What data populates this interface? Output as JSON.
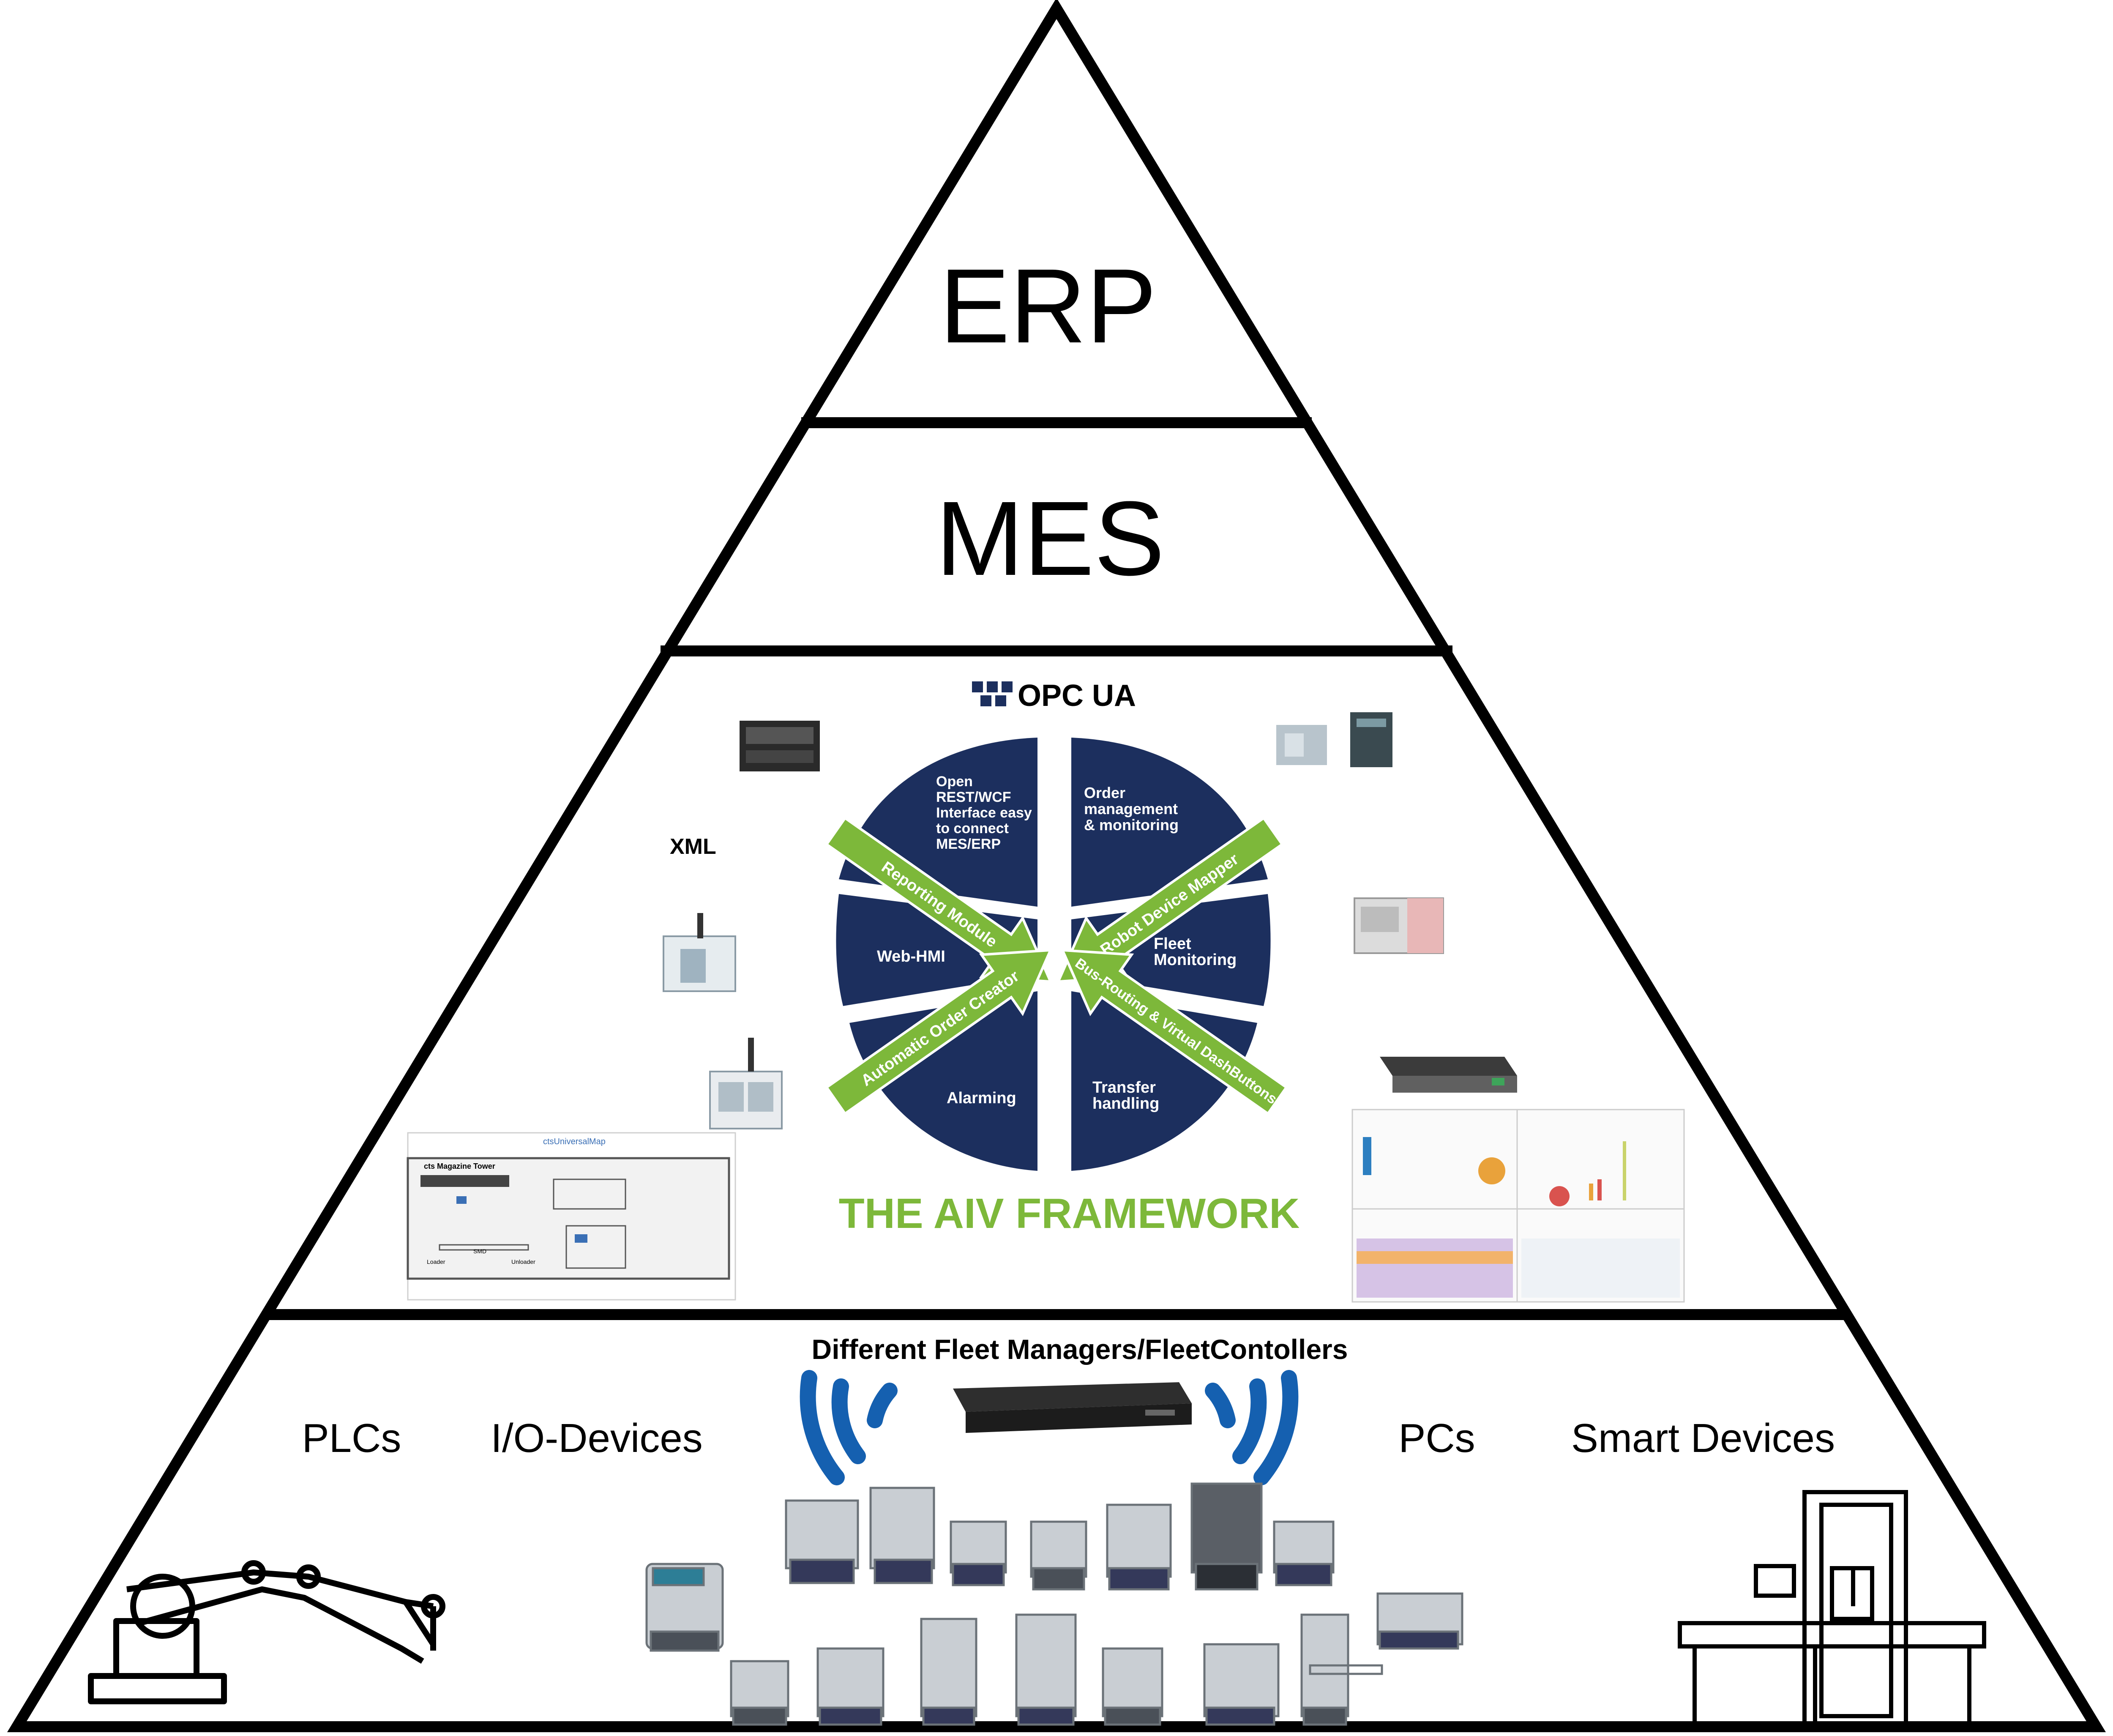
{
  "pyramid": {
    "top_level": "ERP",
    "second_level": "MES",
    "framework": {
      "logo_text": "OPC UA",
      "xml_label": "XML",
      "title": "THE AIV FRAMEWORK",
      "segments": {
        "top_left": [
          "Open",
          "REST/WCF",
          "Interface easy",
          "to connect",
          "MES/ERP"
        ],
        "top_right": [
          "Order",
          "management",
          "& monitoring"
        ],
        "left": [
          "Web-HMI"
        ],
        "right": [
          "Fleet",
          "Monitoring"
        ],
        "bottom_left": [
          "Alarming"
        ],
        "bottom_right": [
          "Transfer",
          "handling"
        ]
      },
      "arrows": {
        "reporting": "Reporting Module",
        "robot_mapper": "Robot Device Mapper",
        "order_creator": "Automatic Order Creator",
        "bus_routing": "Bus-Routing & Virtual DashButtons"
      },
      "map_screenshot": {
        "url_text": "ctsUniversalMap",
        "panel_title": "cts Magazine Tower",
        "labels": [
          "SMD",
          "Loader",
          "Unloader"
        ]
      }
    },
    "bottom_level": {
      "title": "Different Fleet Managers/FleetContollers",
      "items": [
        "PLCs",
        "I/O-Devices",
        "PCs",
        "Smart Devices"
      ]
    }
  },
  "colors": {
    "navy": "#1c2f5e",
    "green": "#7db83a",
    "signal_blue": "#1560b0",
    "outline": "#000000"
  }
}
